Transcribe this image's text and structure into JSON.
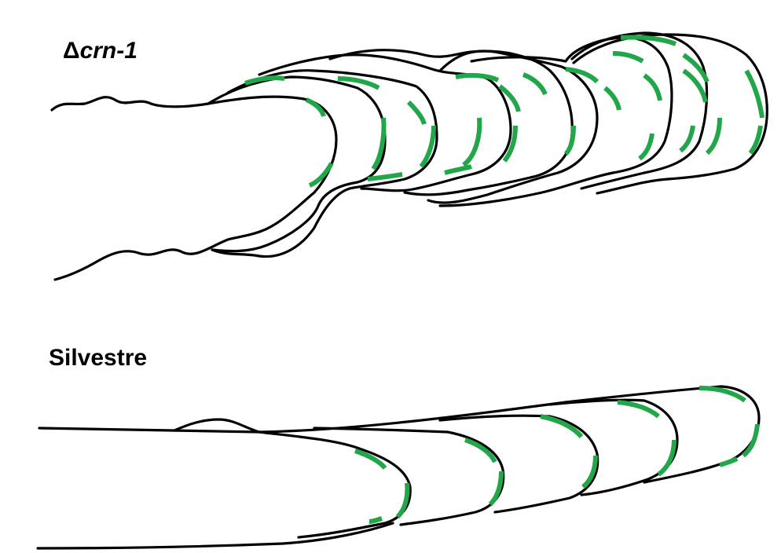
{
  "panels": {
    "top": {
      "label_prefix": "Δ",
      "label_italic": "crn-1"
    },
    "bottom": {
      "label": "Silvestre"
    }
  },
  "colors": {
    "outline": "#000000",
    "marker": "#22a64a"
  }
}
